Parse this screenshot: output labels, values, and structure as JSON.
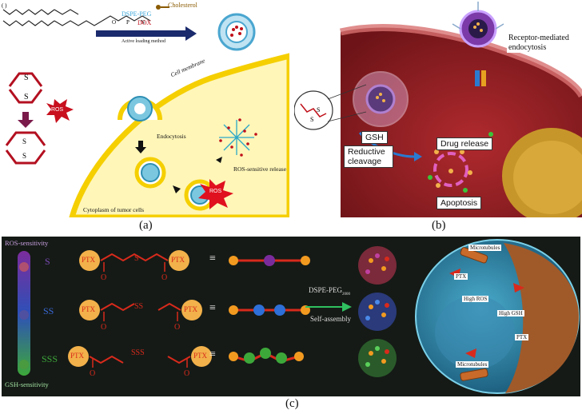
{
  "panel_a": {
    "caption": "(a)",
    "lipid_components": [
      "Cholesterol",
      "DSPE-PEG",
      "DOX"
    ],
    "active_loading": "Active loading method",
    "ros_badge": "ROS",
    "ros_badge_2": "ROS",
    "cell_membrane": "Cell membrane",
    "endocytosis": "Endocytosis",
    "ros_release": "ROS-sensitive release",
    "cytoplasm": "Cytoplasm of tumor cells",
    "colors": {
      "cholesterol": "#8a5a00",
      "dspe_peg": "#3aa6d9",
      "dox": "#c0101a",
      "membrane": "#f5cf00",
      "cytoplasm": "#fff6b8"
    }
  },
  "panel_b": {
    "caption": "(b)",
    "receptor": "Receptor-mediated endocytosis",
    "gsh": "GSH",
    "reductive": "Reductive cleavage",
    "drug_release": "Drug release",
    "apoptosis": "Apoptosis",
    "colors": {
      "cell": "#9a1f24",
      "membrane": "#c85a5a"
    }
  },
  "panel_c": {
    "caption": "(c)",
    "ros_sensitivity": "ROS-sensitivity",
    "gsh_sensitivity": "GSH-sensitivity",
    "levels": [
      "S",
      "SS",
      "SSS"
    ],
    "ptx": "PTX",
    "equals": "≡",
    "dspe": "DSPE-PEG",
    "dspe_sub": "2000",
    "self_assembly": "Self-assembly",
    "microtubules_top": "Microtubules",
    "microtubules_bottom": "Microtubules",
    "ptx_1": "PTX",
    "ptx_2": "PTX",
    "high_ros": "High ROS",
    "high_gsh": "High GSH",
    "colors": {
      "ptx": "#f2b14a",
      "linker": "#d82a1c",
      "s_bead": "#7b2c9c",
      "ss_bead": "#2e6fd8",
      "sss_bead": "#3da83a"
    }
  }
}
